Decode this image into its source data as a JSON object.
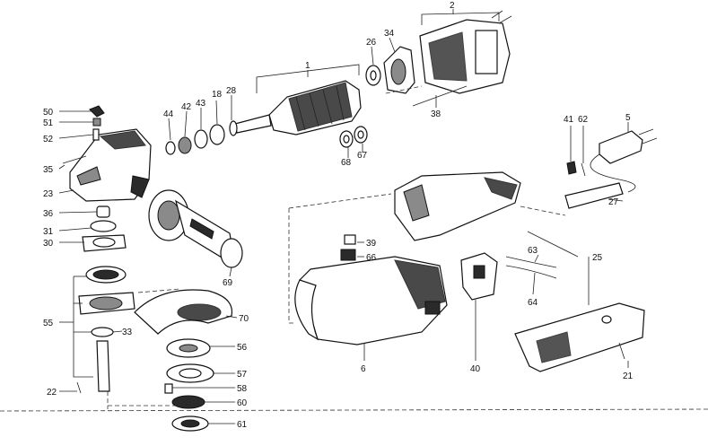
{
  "diagram": {
    "callouts": [
      "1",
      "2",
      "5",
      "6",
      "18",
      "21",
      "22",
      "23",
      "25",
      "26",
      "27",
      "28",
      "30",
      "31",
      "33",
      "34",
      "35",
      "36",
      "38",
      "39",
      "40",
      "41",
      "42",
      "43",
      "44",
      "50",
      "51",
      "52",
      "55",
      "56",
      "57",
      "58",
      "60",
      "61",
      "62",
      "63",
      "64",
      "66",
      "67",
      "68",
      "69",
      "70"
    ]
  }
}
